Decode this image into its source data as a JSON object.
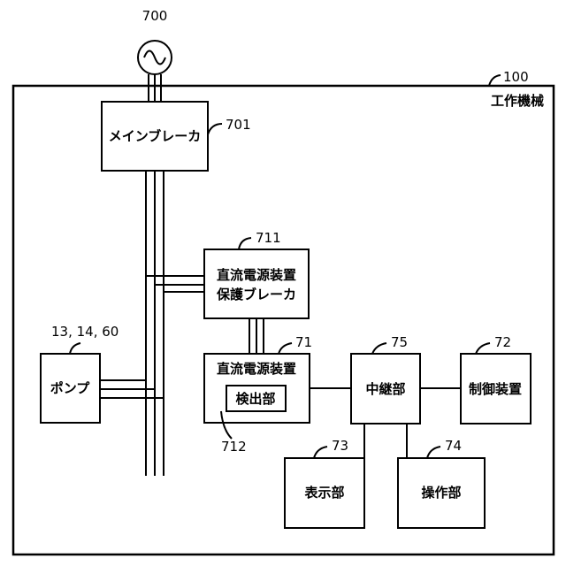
{
  "refs": {
    "power_source": "700",
    "machine": "100",
    "main_breaker": "701",
    "dc_breaker": "711",
    "dc_supply": "71",
    "detector": "712",
    "relay": "75",
    "controller": "72",
    "display": "73",
    "operation": "74",
    "pump": "13, 14, 60"
  },
  "labels": {
    "machine": "工作機械",
    "main_breaker": "メインブレーカ",
    "dc_breaker_line1": "直流電源装置",
    "dc_breaker_line2": "保護ブレーカ",
    "dc_supply": "直流電源装置",
    "detector": "検出部",
    "relay": "中継部",
    "controller": "制御装置",
    "display": "表示部",
    "operation": "操作部",
    "pump": "ポンプ"
  },
  "symbols": {
    "power_source_icon": "ac-source-icon"
  }
}
